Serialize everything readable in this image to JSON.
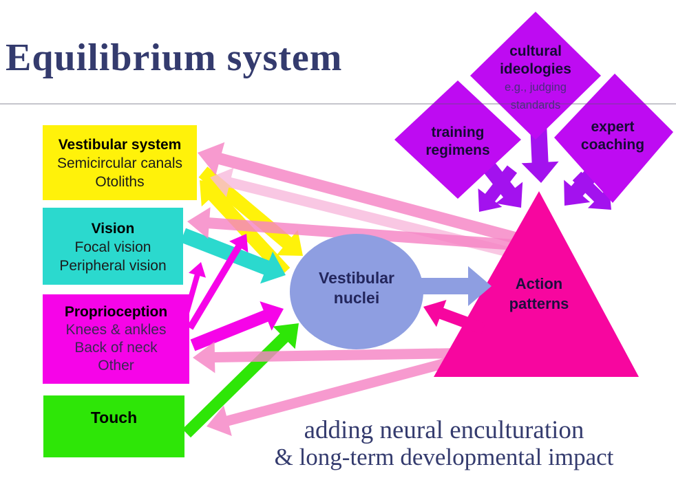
{
  "title": "Equilibrium system",
  "boxes": {
    "vestibular": {
      "header": "Vestibular system",
      "lines": [
        "Semicircular canals",
        "Otoliths"
      ]
    },
    "vision": {
      "header": "Vision",
      "lines": [
        "Focal vision",
        "Peripheral vision"
      ]
    },
    "proprioception": {
      "header": "Proprioception",
      "lines": [
        "Knees & ankles",
        "Back of neck",
        "Other"
      ]
    },
    "touch": {
      "header": "Touch"
    }
  },
  "nuclei": {
    "line1": "Vestibular",
    "line2": "nuclei"
  },
  "action": {
    "line1": "Action",
    "line2": "patterns"
  },
  "diamonds": {
    "cultural": {
      "line1": "cultural",
      "line2": "ideologies",
      "sub1": "e.g., judging",
      "sub2": "standards"
    },
    "training": {
      "line1": "training",
      "line2": "regimens"
    },
    "expert": {
      "line1": "expert",
      "line2": "coaching"
    }
  },
  "caption": {
    "line1": "adding neural enculturation",
    "line2": "& long-term developmental impact"
  },
  "colors": {
    "yellow_box": "#FFF20A",
    "cyan_box": "#2BD9CE",
    "magenta_box": "#F604E8",
    "green_box": "#2EE607",
    "ellipse_fill": "#8E9EE1",
    "triangle_fill": "#F7069F",
    "diamond_fill": "#BE0BF2",
    "purple_arrow": "#A312EE",
    "pink_arrow": "#F584C5",
    "pink_arrow_light": "#F8B9DC",
    "blue_arrow": "#8E9EE1",
    "magenta_arrow": "#F604E8",
    "yellow_arrow": "#FFF20A",
    "cyan_arrow": "#2BD9CE",
    "green_arrow": "#2EE607",
    "return_arrow": "#F7069F",
    "title_text": "#343B6E",
    "caption_text": "#343B6E",
    "box_header_text": "#000000",
    "box_body_text": "#1B1B1B",
    "magenta_box_body_text": "#3A2752",
    "diamond_text": "#150B33",
    "diamond_sub_text": "#4A2B7E",
    "ellipse_text": "#23265C",
    "triangle_text": "#1C0F3E"
  }
}
